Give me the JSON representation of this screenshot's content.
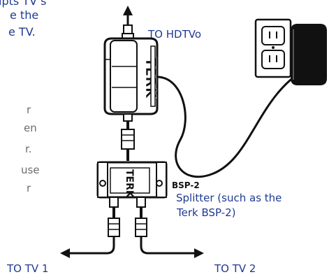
{
  "fragments": {
    "lines_blue": [
      "ipts TV s",
      "e the",
      "e TV."
    ],
    "lines_gray": [
      "r",
      "en",
      "r.",
      "use",
      "r"
    ]
  },
  "labels": {
    "to_hdtv": "TO HDTVo",
    "bsp2": "BSP-2",
    "splitter_line1": "Splitter (such as the",
    "splitter_line2": "Terk BSP-2)",
    "to_tv1": "TO TV 1",
    "to_tv2": "TO TV 2"
  },
  "logo_text": "TERK",
  "colors": {
    "text_blue": "#1f3a93",
    "text_gray": "#6d6d6d",
    "ink": "#111111"
  }
}
